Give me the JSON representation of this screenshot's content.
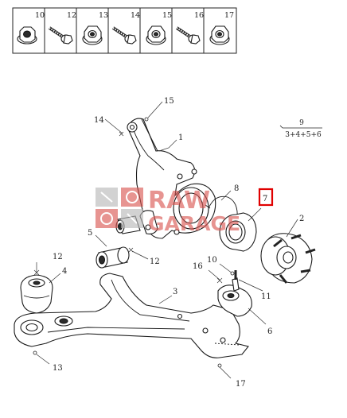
{
  "fastener_table": {
    "cells": [
      {
        "num": "10",
        "icon": "flange-nut-icon"
      },
      {
        "num": "12",
        "icon": "flange-bolt-icon"
      },
      {
        "num": "13",
        "icon": "hex-nut-icon"
      },
      {
        "num": "14",
        "icon": "flange-bolt-icon"
      },
      {
        "num": "15",
        "icon": "hex-nut-icon"
      },
      {
        "num": "16",
        "icon": "flange-bolt-icon"
      },
      {
        "num": "17",
        "icon": "hex-nut-icon"
      }
    ]
  },
  "callouts": {
    "c1": "1",
    "c2": "2",
    "c3": "3",
    "c4": "4",
    "c5": "5",
    "c6": "6",
    "c7": "7",
    "c8": "8",
    "c10": "10",
    "c11": "11",
    "c12a": "12",
    "c12b": "12",
    "c13": "13",
    "c14": "14",
    "c15": "15",
    "c16": "16",
    "c17": "17"
  },
  "kit_note": {
    "number": "9",
    "composition": "3+4+5+6"
  },
  "watermark": {
    "line1": "RAW",
    "line2": "GARAGE",
    "color": "#d9534f"
  },
  "highlight": {
    "color": "#e00000"
  }
}
